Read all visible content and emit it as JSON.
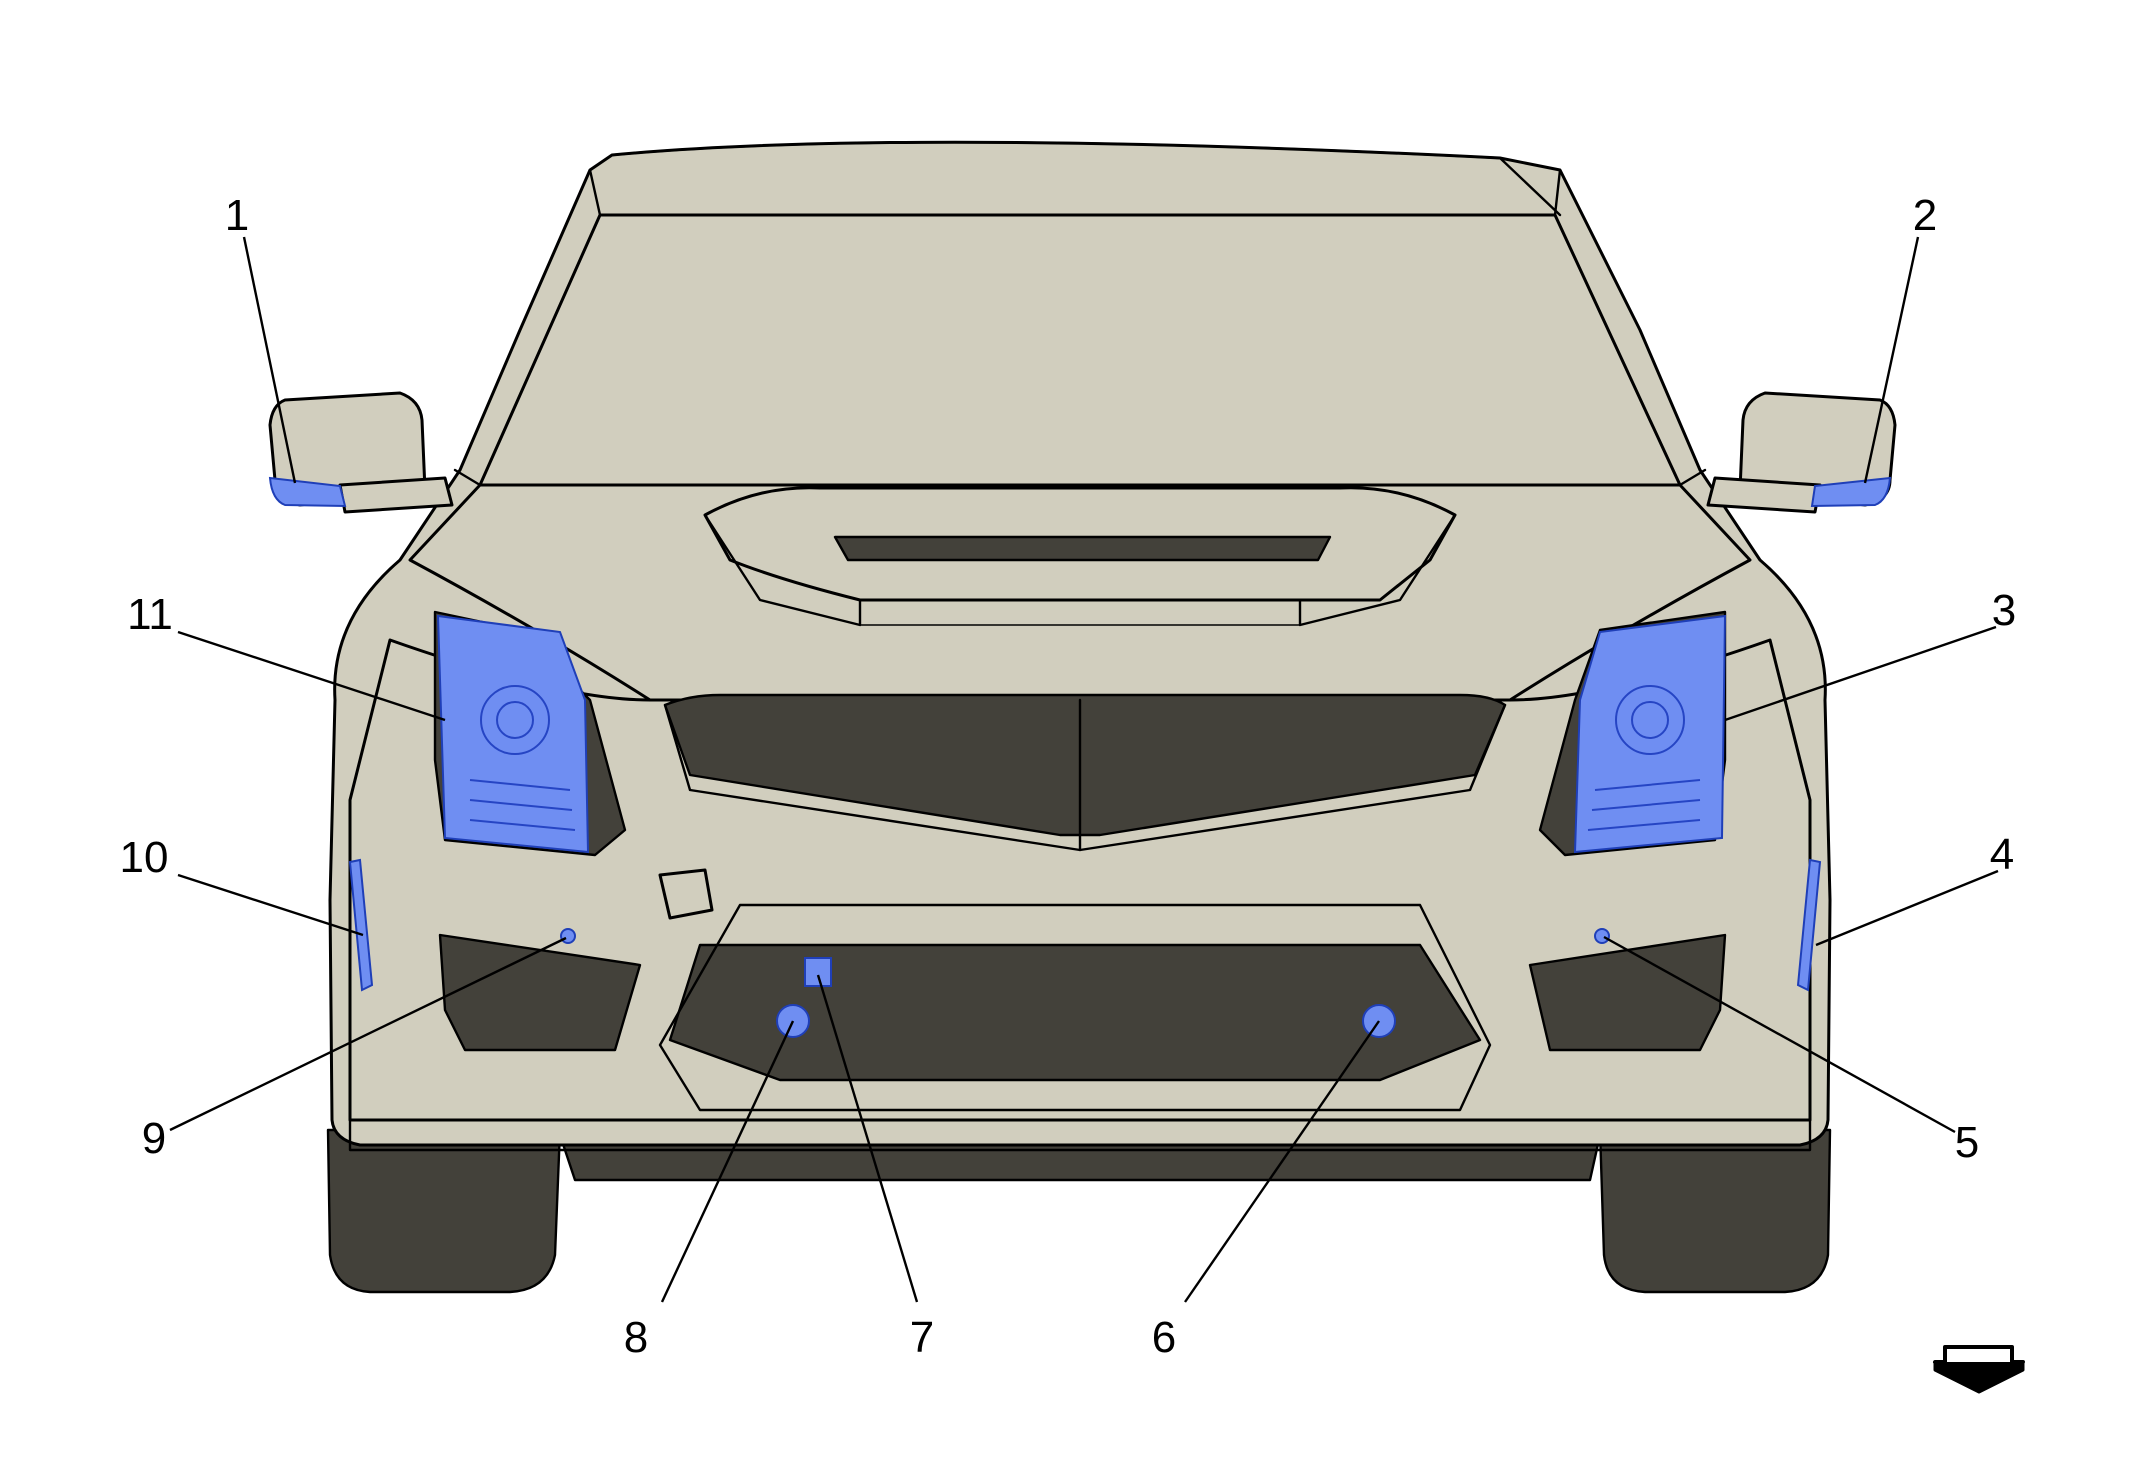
{
  "colors": {
    "body": "#d1cebe",
    "dark": "#43413a",
    "component": "#6f8ef2",
    "outline": "#000000"
  },
  "callouts": [
    {
      "id": "1",
      "label": "1"
    },
    {
      "id": "2",
      "label": "2"
    },
    {
      "id": "3",
      "label": "3"
    },
    {
      "id": "4",
      "label": "4"
    },
    {
      "id": "5",
      "label": "5"
    },
    {
      "id": "6",
      "label": "6"
    },
    {
      "id": "7",
      "label": "7"
    },
    {
      "id": "8",
      "label": "8"
    },
    {
      "id": "9",
      "label": "9"
    },
    {
      "id": "10",
      "label": "10"
    },
    {
      "id": "11",
      "label": "11"
    }
  ],
  "orientation_icon": "forward-arrow-icon"
}
